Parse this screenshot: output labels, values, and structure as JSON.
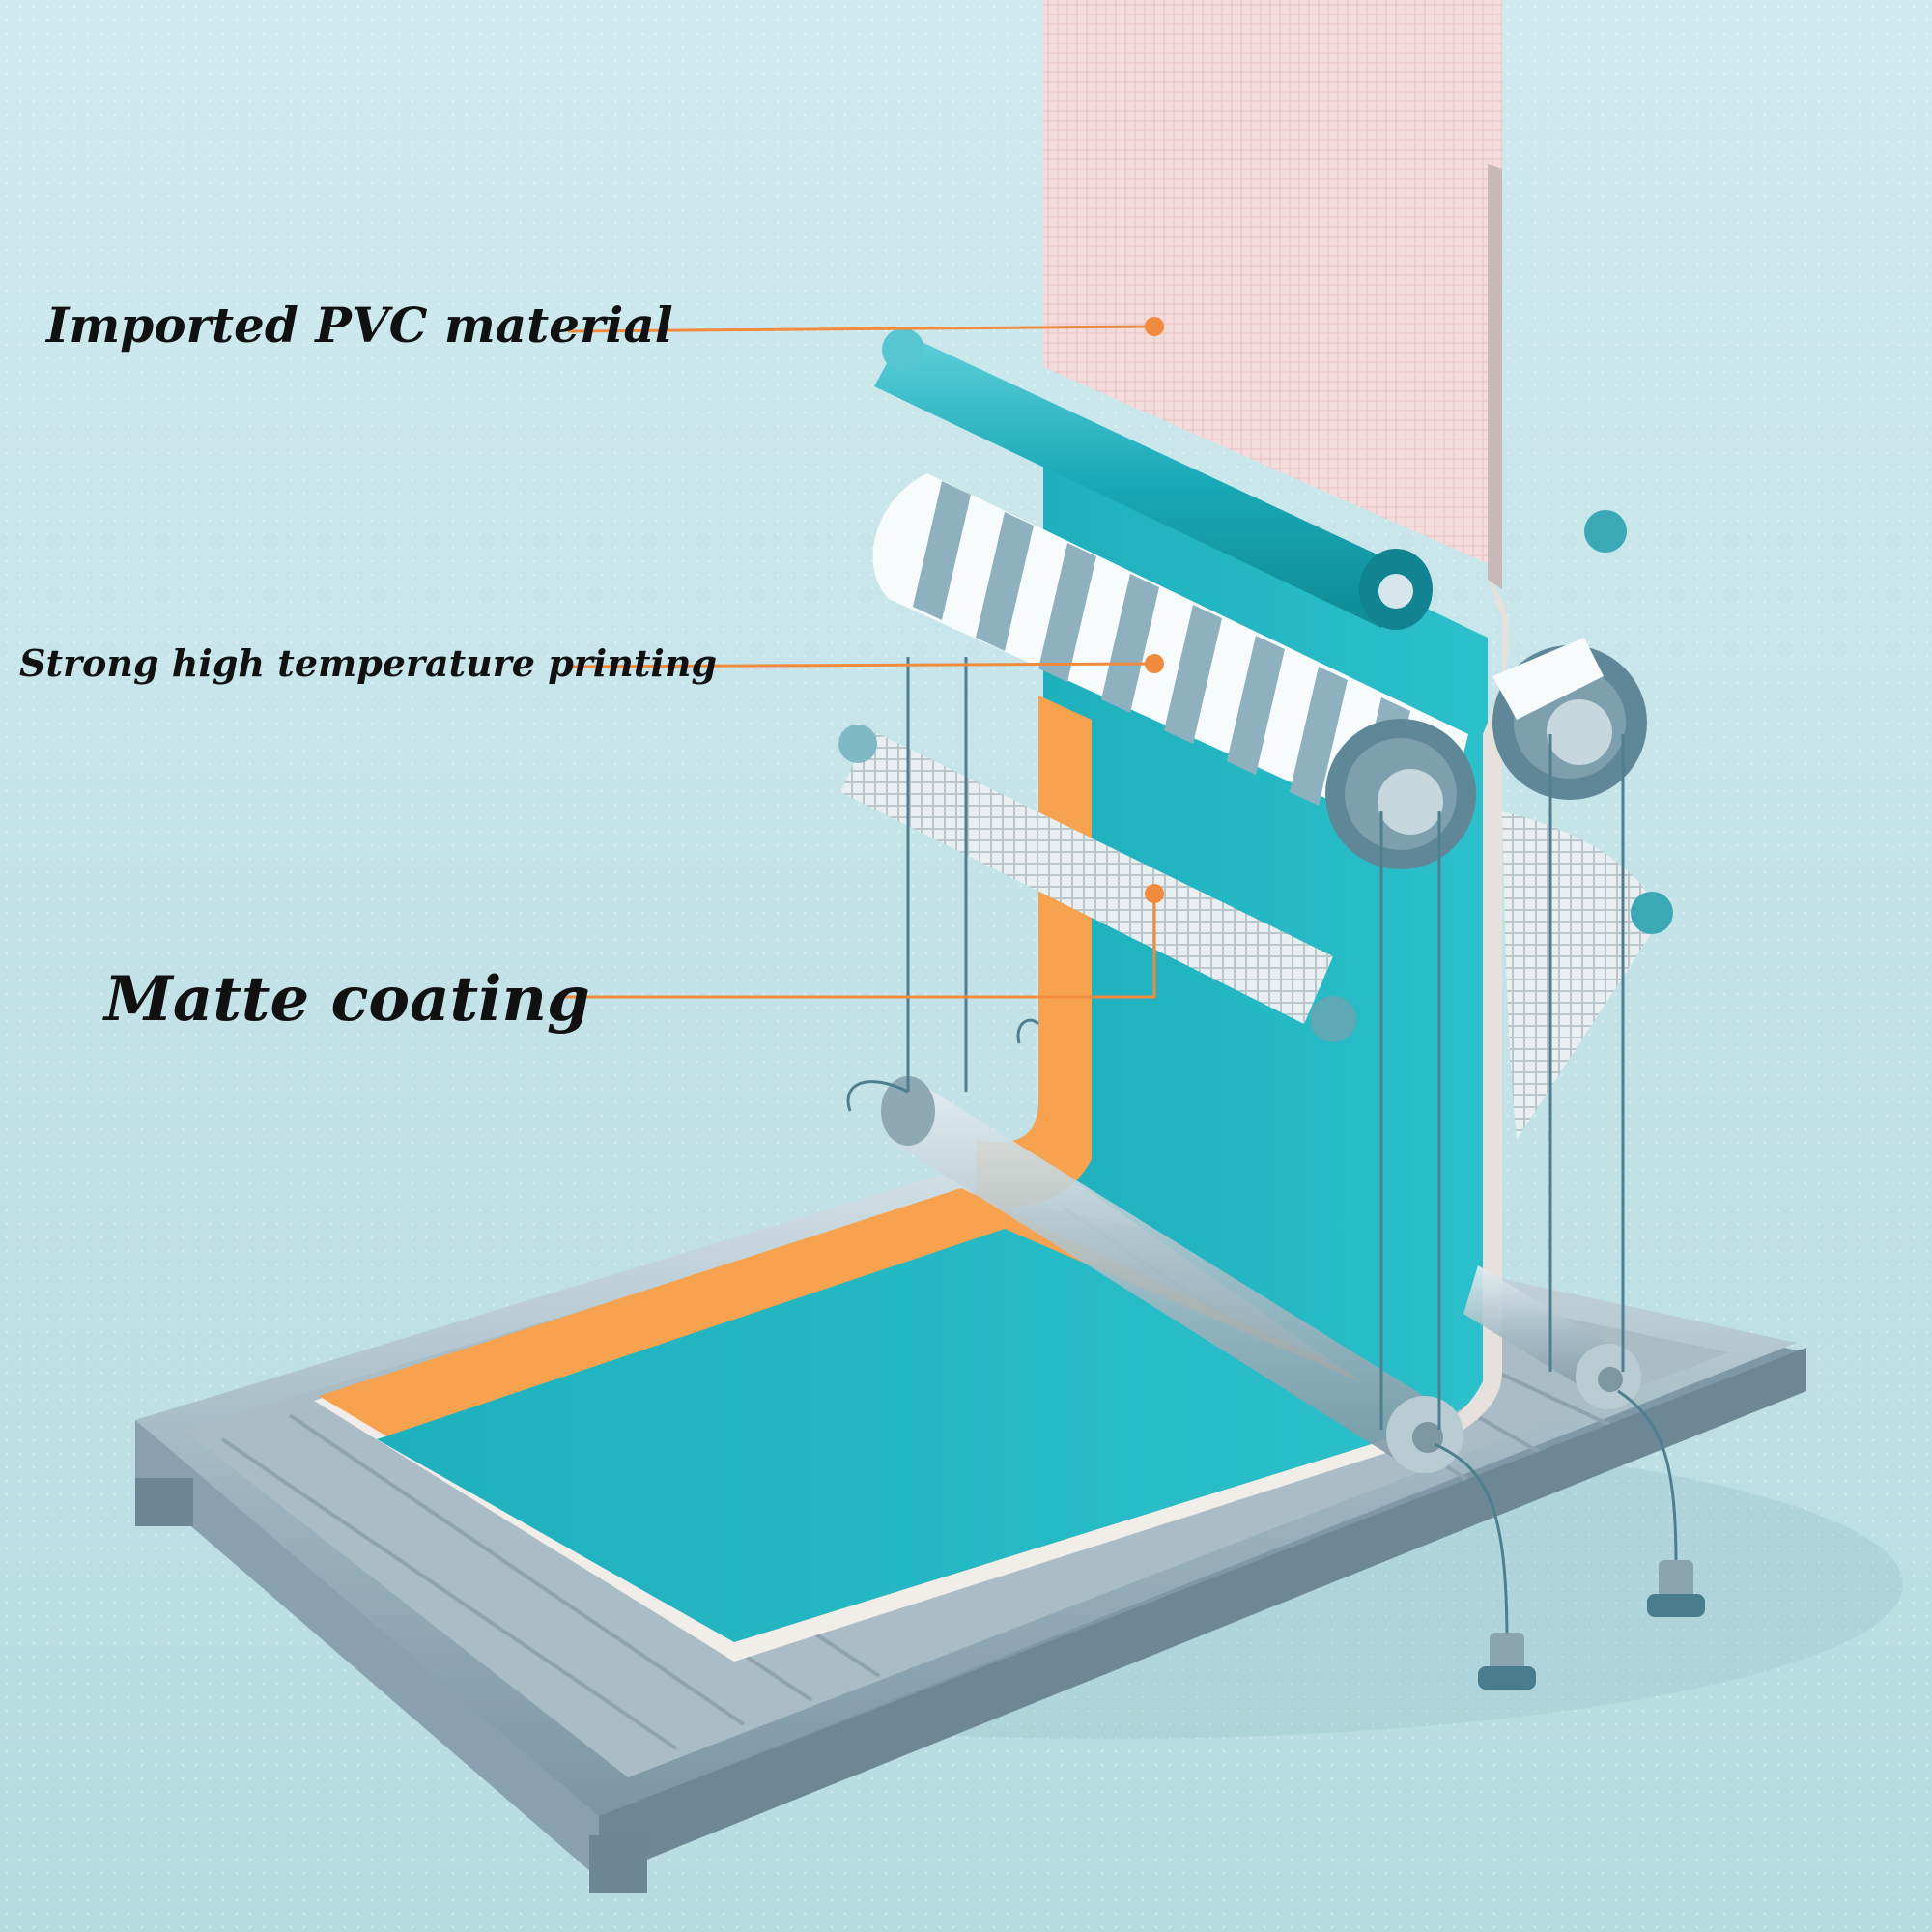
{
  "callouts": {
    "pvc": "Imported PVC material",
    "printing": "Strong high temperature printing",
    "matte": "Matte coating"
  },
  "colors": {
    "background": "#c2e3e8",
    "teal": "#1fb5c2",
    "orange": "#f6a24e",
    "callout_line": "#f08a3c",
    "pink_sheet": "#f3d8d8",
    "frame": "#8da9b8"
  }
}
